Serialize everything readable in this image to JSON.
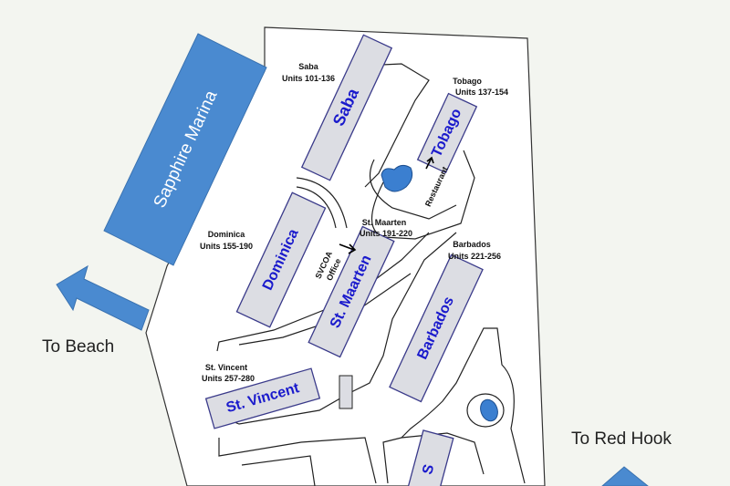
{
  "marina": {
    "label": "Sapphire Marina"
  },
  "directions": {
    "beach": "To Beach",
    "red_hook": "To Red Hook"
  },
  "buildings": [
    {
      "name": "Saba",
      "title": "Saba",
      "units": "Units 101-136"
    },
    {
      "name": "Tobago",
      "title": "Tobago",
      "units": "Units 137-154"
    },
    {
      "name": "Dominica",
      "title": "Dominica",
      "units": "Units 155-190"
    },
    {
      "name": "St. Maarten",
      "title": "St. Maarten",
      "units": "Units 191-220"
    },
    {
      "name": "Barbados",
      "title": "Barbados",
      "units": "Units 221-256"
    },
    {
      "name": "St. Vincent",
      "title": "St. Vincent",
      "units": "Units 257-280"
    },
    {
      "name": "S"
    }
  ],
  "places": {
    "office_line1": "SVCOA",
    "office_line2": "Office",
    "restaurant": "Restaurant"
  },
  "colors": {
    "accent": "#4a8ad0",
    "building_text": "#1a1acc",
    "pool": "#3b7fd0",
    "background": "#f3f5f0"
  }
}
